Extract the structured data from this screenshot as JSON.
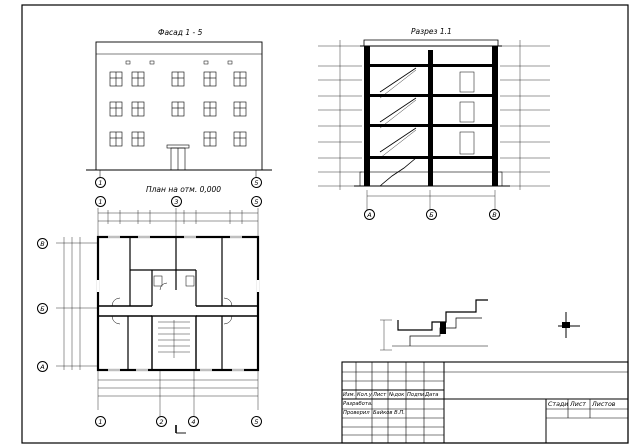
{
  "drawings": {
    "facade_title": "Фасад 1 - 5",
    "section_title": "Разрез 1.1",
    "plan_title": "План на отм. 0,000"
  },
  "axes": {
    "facade": [
      "1",
      "5"
    ],
    "plan_top": [
      "1",
      "3",
      "5"
    ],
    "plan_bottom": [
      "1",
      "2",
      "4",
      "5"
    ],
    "plan_left": [
      "В",
      "Б",
      "А"
    ],
    "section": [
      "А",
      "Б",
      "В"
    ]
  },
  "title_block": {
    "header_cells": [
      "Изм.",
      "Кол.уч",
      "Лист",
      "№док",
      "Подпись",
      "Дата"
    ],
    "role_1": "Разработал",
    "role_2": "Проверил",
    "name": "Байков В.П.",
    "sheet_cells": [
      "Стадия",
      "Лист",
      "Листов"
    ]
  }
}
